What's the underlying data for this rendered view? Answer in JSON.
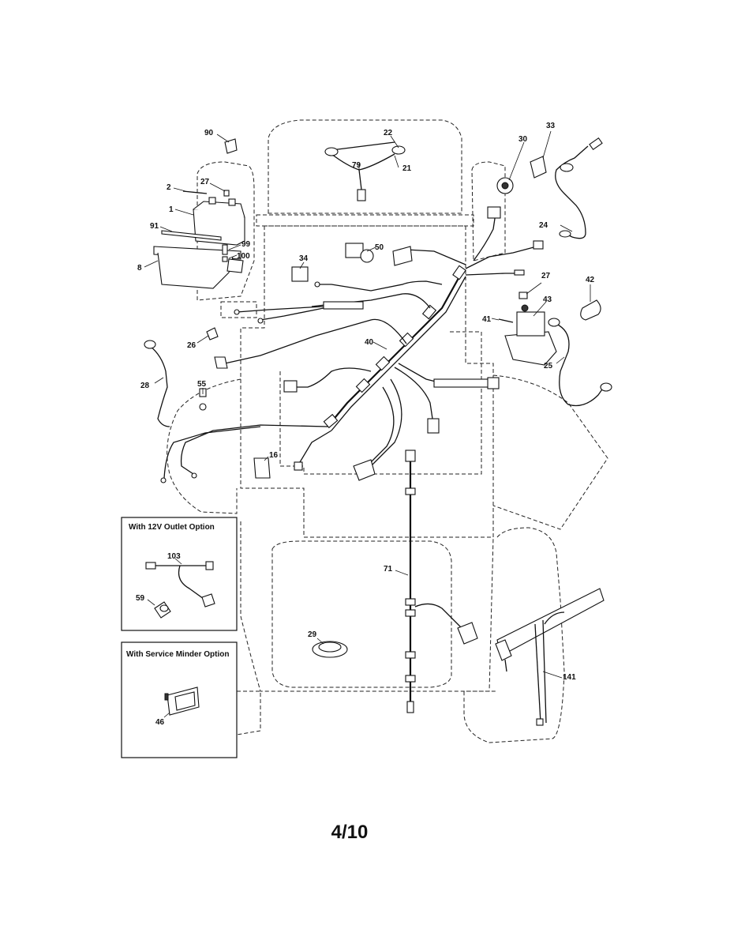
{
  "diagram": {
    "callouts": [
      {
        "id": "c90",
        "text": "90"
      },
      {
        "id": "c22",
        "text": "22"
      },
      {
        "id": "c33",
        "text": "33"
      },
      {
        "id": "c30",
        "text": "30"
      },
      {
        "id": "c79",
        "text": "79"
      },
      {
        "id": "c21",
        "text": "21"
      },
      {
        "id": "c2",
        "text": "2"
      },
      {
        "id": "c27a",
        "text": "27"
      },
      {
        "id": "c1",
        "text": "1"
      },
      {
        "id": "c91",
        "text": "91"
      },
      {
        "id": "c99",
        "text": "99"
      },
      {
        "id": "c100",
        "text": "100"
      },
      {
        "id": "c8",
        "text": "8"
      },
      {
        "id": "c50",
        "text": "50"
      },
      {
        "id": "c34",
        "text": "34"
      },
      {
        "id": "c24",
        "text": "24"
      },
      {
        "id": "c27b",
        "text": "27"
      },
      {
        "id": "c42",
        "text": "42"
      },
      {
        "id": "c43",
        "text": "43"
      },
      {
        "id": "c41",
        "text": "41"
      },
      {
        "id": "c26",
        "text": "26"
      },
      {
        "id": "c40",
        "text": "40"
      },
      {
        "id": "c25",
        "text": "25"
      },
      {
        "id": "c28",
        "text": "28"
      },
      {
        "id": "c55",
        "text": "55"
      },
      {
        "id": "c16",
        "text": "16"
      },
      {
        "id": "c103",
        "text": "103"
      },
      {
        "id": "c71",
        "text": "71"
      },
      {
        "id": "c59",
        "text": "59"
      },
      {
        "id": "c29",
        "text": "29"
      },
      {
        "id": "c141",
        "text": "141"
      },
      {
        "id": "c46",
        "text": "46"
      }
    ],
    "inset_12v_title": "With 12V Outlet Option",
    "inset_service_title": "With Service Minder Option",
    "page_number": "4/10"
  }
}
